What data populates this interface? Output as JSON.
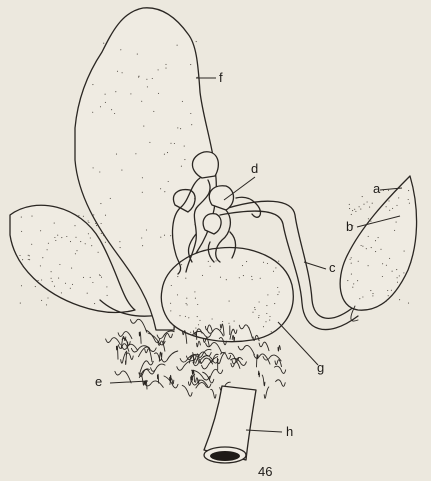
{
  "labels": {
    "a": "a",
    "b": "b",
    "c": "c",
    "d": "d",
    "e": "e",
    "f": "f",
    "g": "g",
    "h": "h"
  },
  "page_number": "46",
  "colors": {
    "paper": "#ece8de",
    "ink": "#2a2622"
  }
}
